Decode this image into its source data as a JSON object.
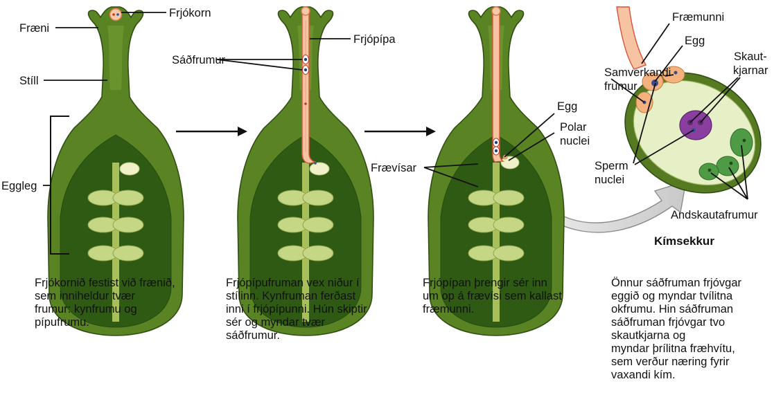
{
  "labels": {
    "frjokorn": "Frjókorn",
    "fraeni": "Fræni",
    "still": "Stíll",
    "eggleg": "Eggleg",
    "sadfrumur": "Sáðfrumur",
    "frjopipa": "Frjópípa",
    "fraevisar": "Frævísar",
    "egg_stage3": "Egg",
    "polar_nuclei": [
      "Polar",
      "nuclei"
    ],
    "fraemunni": "Fræmunni",
    "egg_sac": "Egg",
    "samverkandi": [
      "Samverkandi",
      "frumur"
    ],
    "skautkjarnar": [
      "Skaut-",
      "kjarnar"
    ],
    "sperm_nuclei": [
      "Sperm",
      "nuclei"
    ],
    "andskautafrumur": "Andskautafrumur",
    "kimsekkur": "Kímsekkur"
  },
  "captions": [
    [
      "Frjókornið festist við frænið,",
      "sem inniheldur tvær",
      "frumur: kynfrumu og",
      "pípufrumu."
    ],
    [
      "Frjópípufruman vex niður í",
      "stílinn. Kynfruman ferðast",
      "inni í frjópípunni. Hún skiptir",
      "sér og myndar tvær",
      "sáðfrumur."
    ],
    [
      "Frjópípan þrengir sér inn",
      "um op á frævísi sem kallast",
      "fræmunni."
    ],
    [
      "Önnur sáðfruman frjóvgar",
      "eggið og myndar tvílitna",
      "okfrumu. Hin sáðfruman",
      "sáðfruman frjóvgar tvo",
      "skautkjarna og",
      "myndar þrílitna fræhvítu,",
      "sem verður næring fyrir",
      "vaxandi kím."
    ]
  ],
  "colors": {
    "pistil_outer": "#4f7a1e",
    "pistil_inner": "#6e9a2e",
    "ovary_dark": "#2f5a14",
    "ovule": "#c8d88a",
    "pollen_tube": "#f6c3a3",
    "pollen_tube_edge": "#d9533a",
    "sac_fill": "#e6efc5",
    "sac_border": "#86a64a",
    "antipodal": "#4f9a45",
    "central_cell": "#8a3fa0",
    "synergid": "#f4b27e",
    "arrow_grey": "#d4d4d4"
  }
}
